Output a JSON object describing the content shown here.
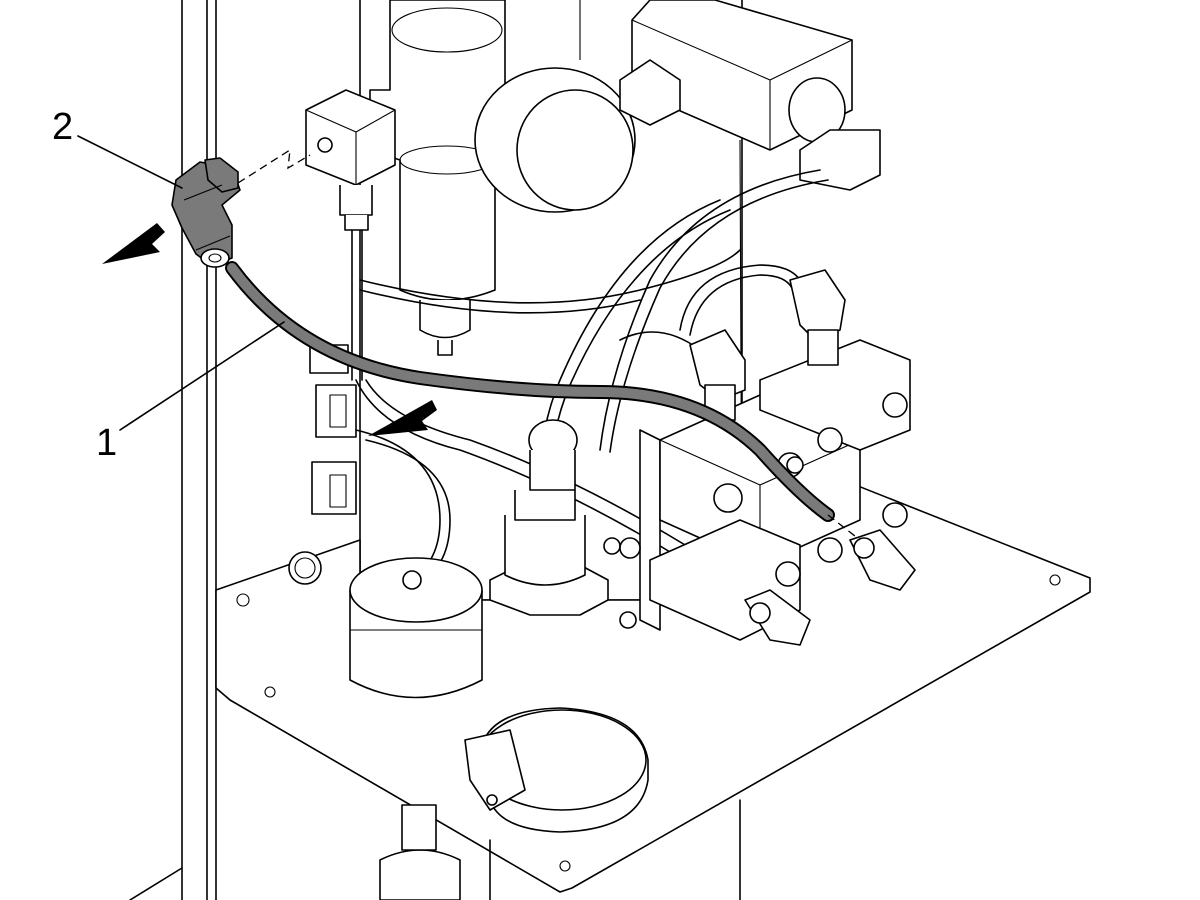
{
  "callouts": [
    {
      "id": "2",
      "label": "2"
    },
    {
      "id": "1",
      "label": "1"
    }
  ],
  "colors": {
    "line": "#000000",
    "background": "#ffffff",
    "highlight_part": "#7a7a7a",
    "light_fill": "#e6e6e6"
  }
}
